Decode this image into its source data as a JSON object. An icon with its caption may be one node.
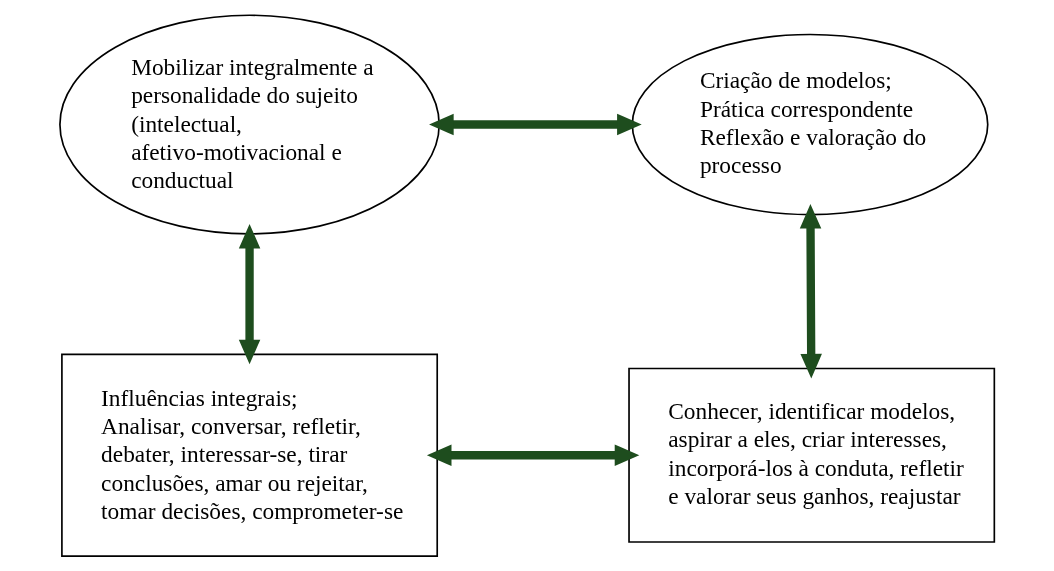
{
  "diagram": {
    "nodes": [
      {
        "text": [
          "Mobilizar integralmente a personalidade do sujeito (intelectual, afetivo-motivacional e conductual"
        ]
      },
      {
        "text": [
          "Criação de modelos;",
          "Prática correspondente",
          "Reflexão e valoração do processo"
        ]
      },
      {
        "text": [
          "Influências integrais;",
          "Analisar, conversar, refletir, debater, interessar-se, tirar conclusões, amar ou rejeitar, tomar decisões, comprometer-se"
        ]
      },
      {
        "text": [
          "Conhecer, identificar modelos, aspirar a eles, criar interesses, incorporá-los à conduta, refletir e valorar seus ganhos, reajustar"
        ]
      }
    ],
    "edges": [
      {
        "from": 0,
        "to": 1,
        "arrow": "both",
        "color": "#1e4d1e"
      },
      {
        "from": 0,
        "to": 2,
        "arrow": "both",
        "color": "#1e4d1e"
      },
      {
        "from": 1,
        "to": 3,
        "arrow": "both",
        "color": "#1e4d1e"
      },
      {
        "from": 2,
        "to": 3,
        "arrow": "both",
        "color": "#1e4d1e"
      }
    ]
  }
}
